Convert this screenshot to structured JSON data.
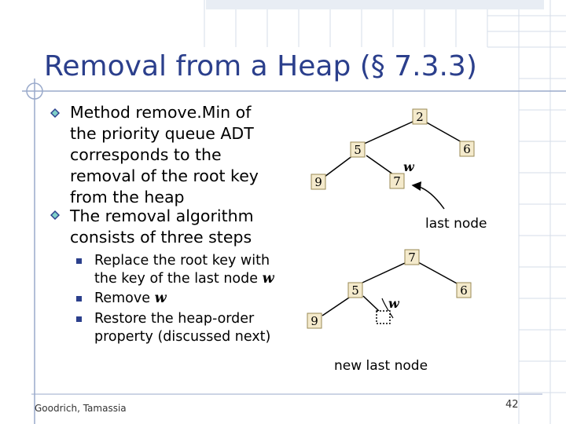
{
  "slide": {
    "title": "Removal from a Heap (§ 7.3.3)",
    "bullets": [
      {
        "lines": [
          "Method remove.Min of",
          "the priority queue ADT",
          "corresponds to the",
          "removal of the root key",
          "from the heap"
        ]
      },
      {
        "lines": [
          "The removal algorithm",
          "consists of three steps"
        ]
      }
    ],
    "subbullets": {
      "item1_line1": "Replace the root key with",
      "item1_line2": "the key of the last node ",
      "item2": "Remove ",
      "item3_line1": "Restore the heap-order",
      "item3_line2": "property (discussed next)",
      "w_symbol": "w"
    },
    "footer": "Goodrich, Tamassia",
    "page_number": "42"
  },
  "diagram": {
    "tree1": {
      "root": "2",
      "n5": "5",
      "n6": "6",
      "n9": "9",
      "n7": "7",
      "w_label": "w",
      "last_node_label": "last node"
    },
    "tree2": {
      "root": "7",
      "n5": "5",
      "n6": "6",
      "n9": "9",
      "w_label": "w",
      "new_last_node_label": "new last node"
    }
  },
  "colors": {
    "title": "#2b3f8c",
    "node_fill": "#f4eacc",
    "node_stroke": "#9a8a55",
    "grid": "#d5dde9"
  }
}
